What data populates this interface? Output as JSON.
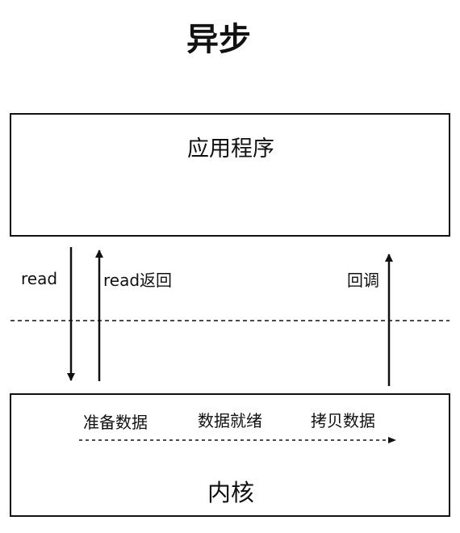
{
  "title": "异步",
  "application": {
    "label": "应用程序"
  },
  "kernel": {
    "label": "内核",
    "steps": [
      "准备数据",
      "数据就绪",
      "拷贝数据"
    ]
  },
  "arrows": {
    "read": "read",
    "read_return": "read返回",
    "callback": "回调"
  },
  "colors": {
    "stroke": "#111111",
    "background": "#ffffff"
  }
}
